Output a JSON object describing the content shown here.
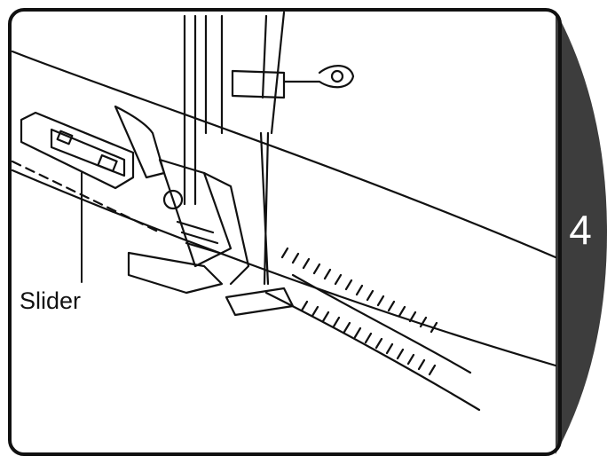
{
  "callout": {
    "label": "Slider"
  },
  "step": {
    "number": "4"
  },
  "colors": {
    "ink": "#111111",
    "tab": "#3d3d3d",
    "paper": "#ffffff"
  },
  "icons": [
    "sewing-presser-foot-illustration",
    "zipper-illustration",
    "needle-illustration"
  ]
}
